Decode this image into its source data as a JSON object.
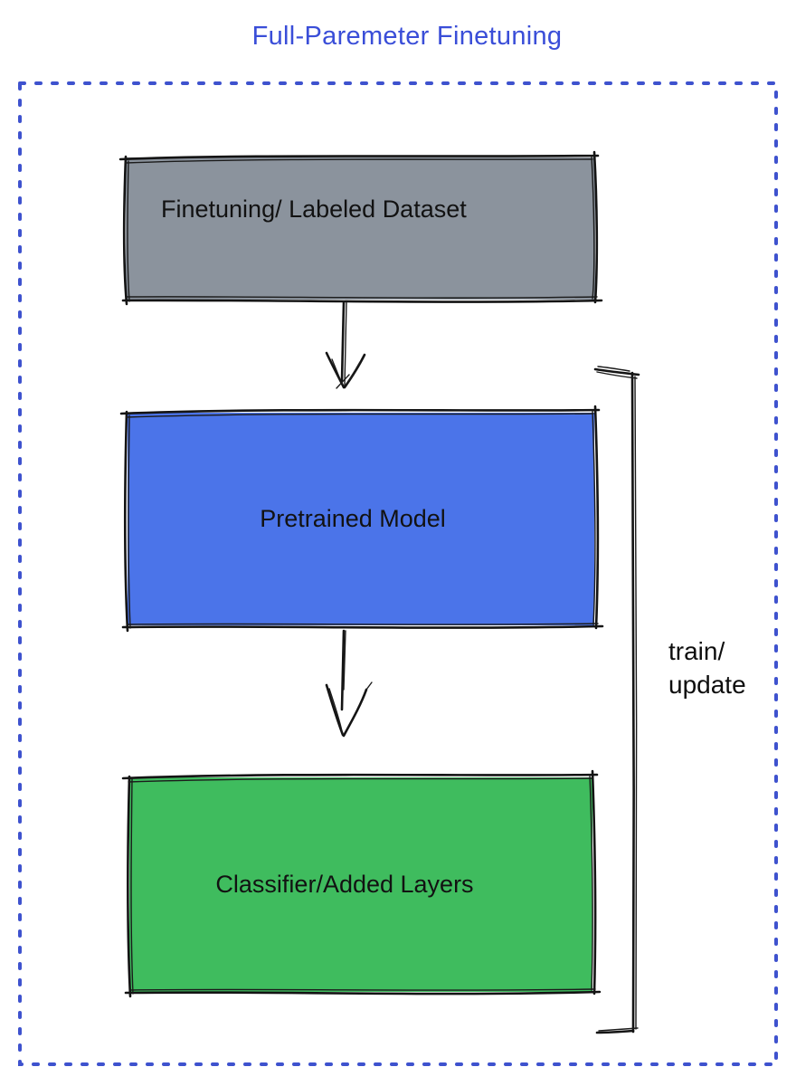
{
  "title": {
    "text": "Full-Paremeter Finetuning",
    "color": "#3a4ed8"
  },
  "frame": {
    "style": "dotted",
    "color": "#3e52ce"
  },
  "nodes": [
    {
      "id": "finetuning-dataset",
      "label": "Finetuning/ Labeled Dataset",
      "fill": "#8b939d",
      "text_color": "#121212"
    },
    {
      "id": "pretrained-model",
      "label": "Pretrained Model",
      "fill": "#4b74e9",
      "text_color": "#121212"
    },
    {
      "id": "classifier-added-layers",
      "label": "Classifier/Added Layers",
      "fill": "#3fbc5e",
      "text_color": "#121212"
    }
  ],
  "edges": [
    {
      "from": "finetuning-dataset",
      "to": "pretrained-model",
      "type": "arrow-down"
    },
    {
      "from": "pretrained-model",
      "to": "classifier-added-layers",
      "type": "arrow-down"
    }
  ],
  "bracket": {
    "label": "train/\nupdate",
    "spans": [
      "pretrained-model",
      "classifier-added-layers"
    ]
  }
}
